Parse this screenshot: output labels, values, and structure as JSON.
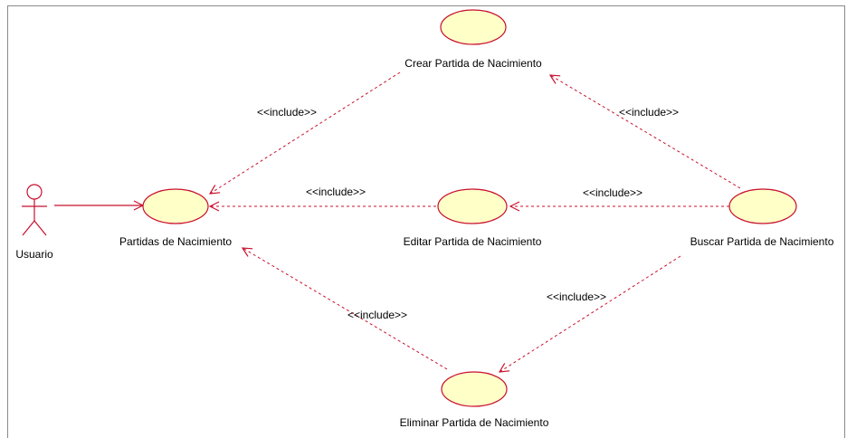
{
  "diagram": {
    "actor": {
      "label": "Usuario"
    },
    "use_cases": {
      "partidas": "Partidas de Nacimiento",
      "crear": "Crear Partida de Nacimiento",
      "editar": "Editar Partida de Nacimiento",
      "buscar": "Buscar Partida de Nacimiento",
      "eliminar": "Eliminar Partida de Nacimiento"
    },
    "relationships": {
      "crear_include": "<<include>>",
      "editar_include": "<<include>>",
      "eliminar_include": "<<include>>",
      "buscar_editar_include": "<<include>>",
      "buscar_crear_include": "<<include>>",
      "buscar_eliminar_include": "<<include>>"
    },
    "colors": {
      "usecase_fill": "#ffffc8",
      "usecase_stroke": "#c8102e",
      "line": "#c8102e"
    }
  }
}
